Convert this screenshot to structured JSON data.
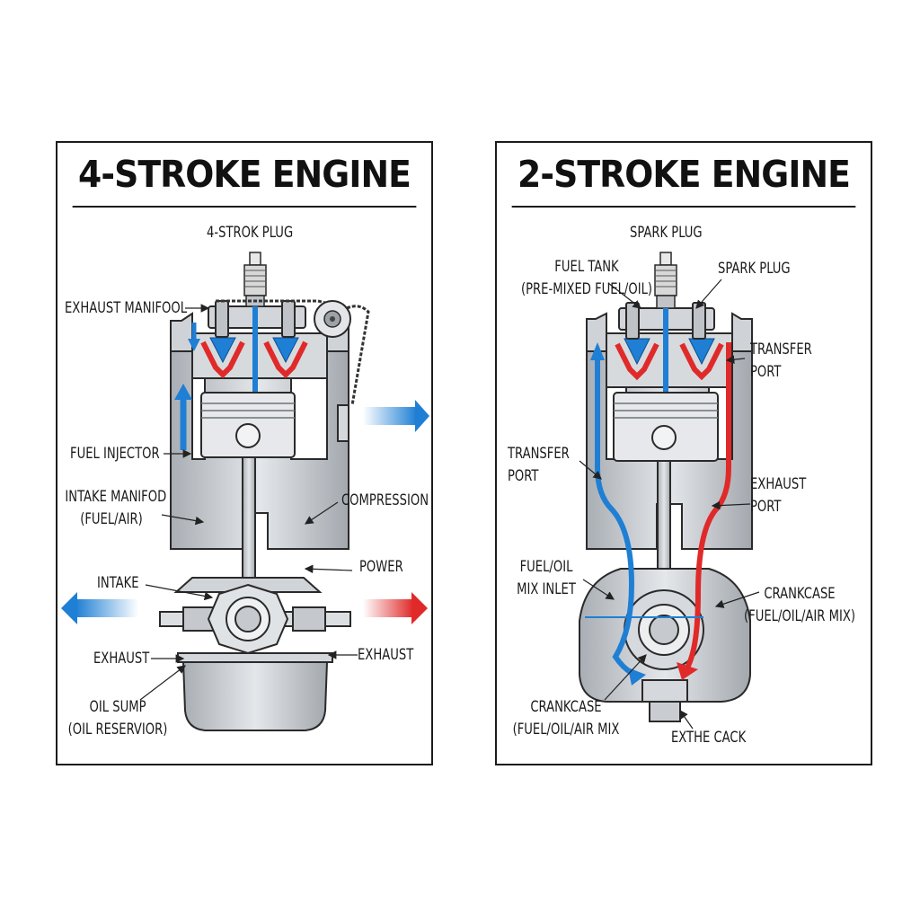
{
  "four_stroke": {
    "title": "4-STROKE ENGINE",
    "labels": {
      "top_plug": "4-STROK PLUG",
      "exhaust_manifold": "EXHAUST MANIFOOL",
      "fuel_injector": "FUEL INJECTOR",
      "intake_manifold_line1": "INTAKE MANIFOD",
      "intake_manifold_line2": "(FUEL/AIR)",
      "compression": "COMPRESSION",
      "power": "POWER",
      "intake": "INTAKE",
      "exhaust_left": "EXHAUST",
      "exhaust_right": "EXHAUST",
      "oil_sump_line1": "OIL SUMP",
      "oil_sump_line2": "(OIL RESERVIOR)"
    }
  },
  "two_stroke": {
    "title": "2-STROKE ENGINE",
    "labels": {
      "top_plug": "SPARK PLUG",
      "fuel_tank_line1": "FUEL TANK",
      "fuel_tank_line2": "(PRE-MIXED FUEL/OIL)",
      "spark_plug": "SPARK PLUG",
      "transfer_port_right_line1": "TRANSFER",
      "transfer_port_right_line2": "PORT",
      "transfer_port_left_line1": "TRANSFER",
      "transfer_port_left_line2": "PORT",
      "exhaust_port_line1": "EXHAUST",
      "exhaust_port_line2": "PORT",
      "fuel_oil_inlet_line1": "FUEL/OIL",
      "fuel_oil_inlet_line2": "MIX INLET",
      "crankcase_right_line1": "CRANKCASE",
      "crankcase_right_line2": "(FUEL/OIL/AIR MIX)",
      "crankcase_bottom_line1": "CRANKCASE",
      "crankcase_bottom_line2": "(FUEL/OIL/AIR MIX",
      "exthe_cack": "EXTHE CACK"
    }
  },
  "colors": {
    "intake_blue": "#1f7fd4",
    "exhaust_red": "#e02a2a",
    "metal": "#c9cdd2",
    "outline": "#2a2a2a"
  }
}
